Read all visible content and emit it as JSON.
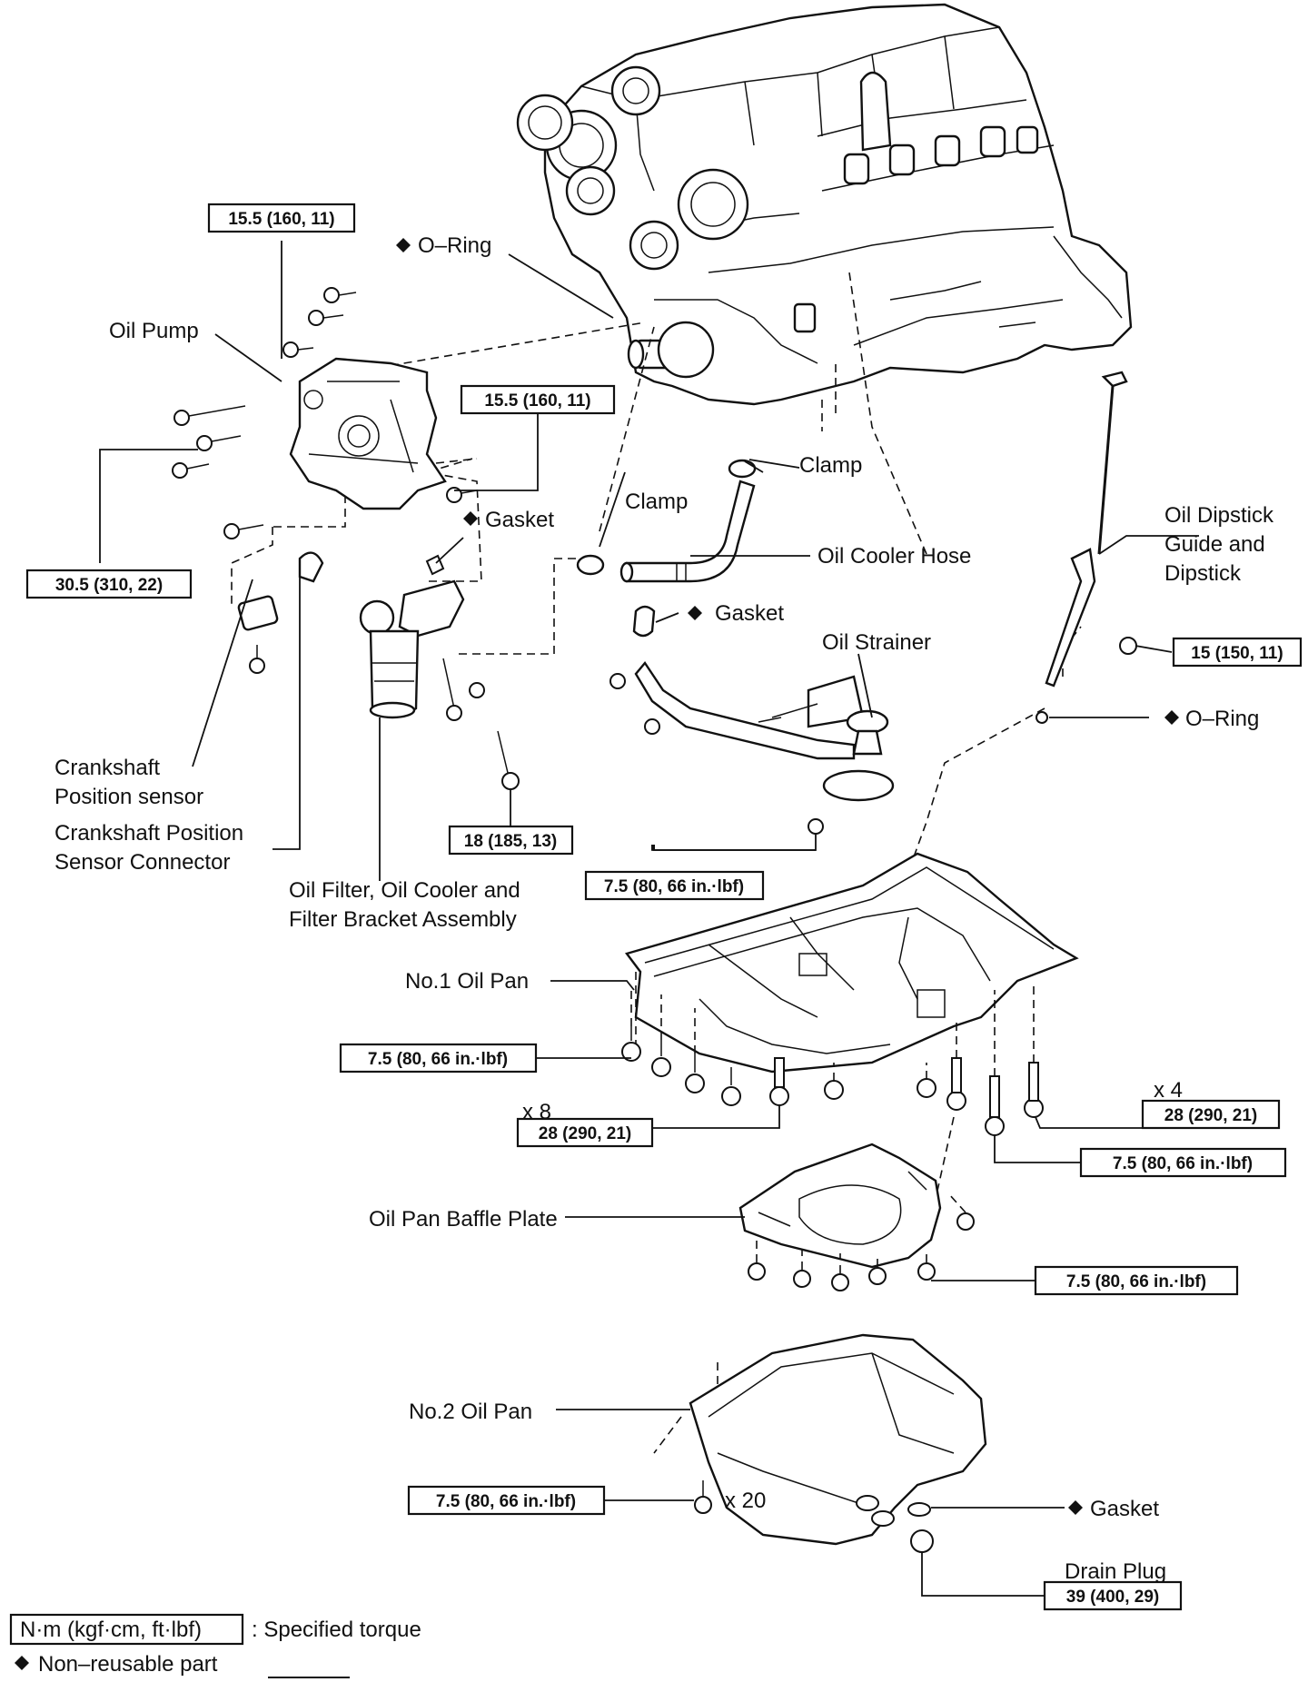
{
  "labels": {
    "o_ring_top": "O–Ring",
    "oil_pump": "Oil Pump",
    "clamp_upper": "Clamp",
    "clamp_lower": "Clamp",
    "gasket_pump": "Gasket",
    "oil_cooler_hose": "Oil Cooler Hose",
    "oil_dipstick_1": "Oil Dipstick",
    "oil_dipstick_2": "Guide and",
    "oil_dipstick_3": "Dipstick",
    "gasket_strainer": "Gasket",
    "oil_strainer": "Oil Strainer",
    "o_ring_dipstick": "O–Ring",
    "ckp_sensor_1": "Crankshaft",
    "ckp_sensor_2": "Position sensor",
    "ckp_connector_1": "Crankshaft Position",
    "ckp_connector_2": "Sensor Connector",
    "oil_filter_1": "Oil Filter, Oil Cooler and",
    "oil_filter_2": "Filter Bracket Assembly",
    "no1_oil_pan": "No.1 Oil Pan",
    "x8": "x 8",
    "x4": "x 4",
    "baffle_plate": "Oil Pan Baffle Plate",
    "no2_oil_pan": "No.2 Oil Pan",
    "x20": "x 20",
    "gasket_drain": "Gasket",
    "drain_plug": "Drain Plug"
  },
  "torques": {
    "pump_top": "15.5 (160, 11)",
    "pump_right": "15.5 (160, 11)",
    "pump_left": "30.5 (310, 22)",
    "dipstick_bolt": "15 (150, 11)",
    "filter_bracket": "18 (185, 13)",
    "strainer": "7.5 (80, 66 in.·lbf)",
    "pan1_left": "7.5 (80, 66 in.·lbf)",
    "pan1_x8": "28 (290, 21)",
    "pan1_x4": "28 (290, 21)",
    "pan1_right": "7.5 (80, 66 in.·lbf)",
    "baffle": "7.5 (80, 66 in.·lbf)",
    "pan2": "7.5 (80, 66 in.·lbf)",
    "drain_plug": "39 (400, 29)"
  },
  "legend": {
    "unit_box": "N·m (kgf·cm, ft·lbf)",
    "unit_desc": ": Specified torque",
    "non_reusable": "Non–reusable part"
  }
}
